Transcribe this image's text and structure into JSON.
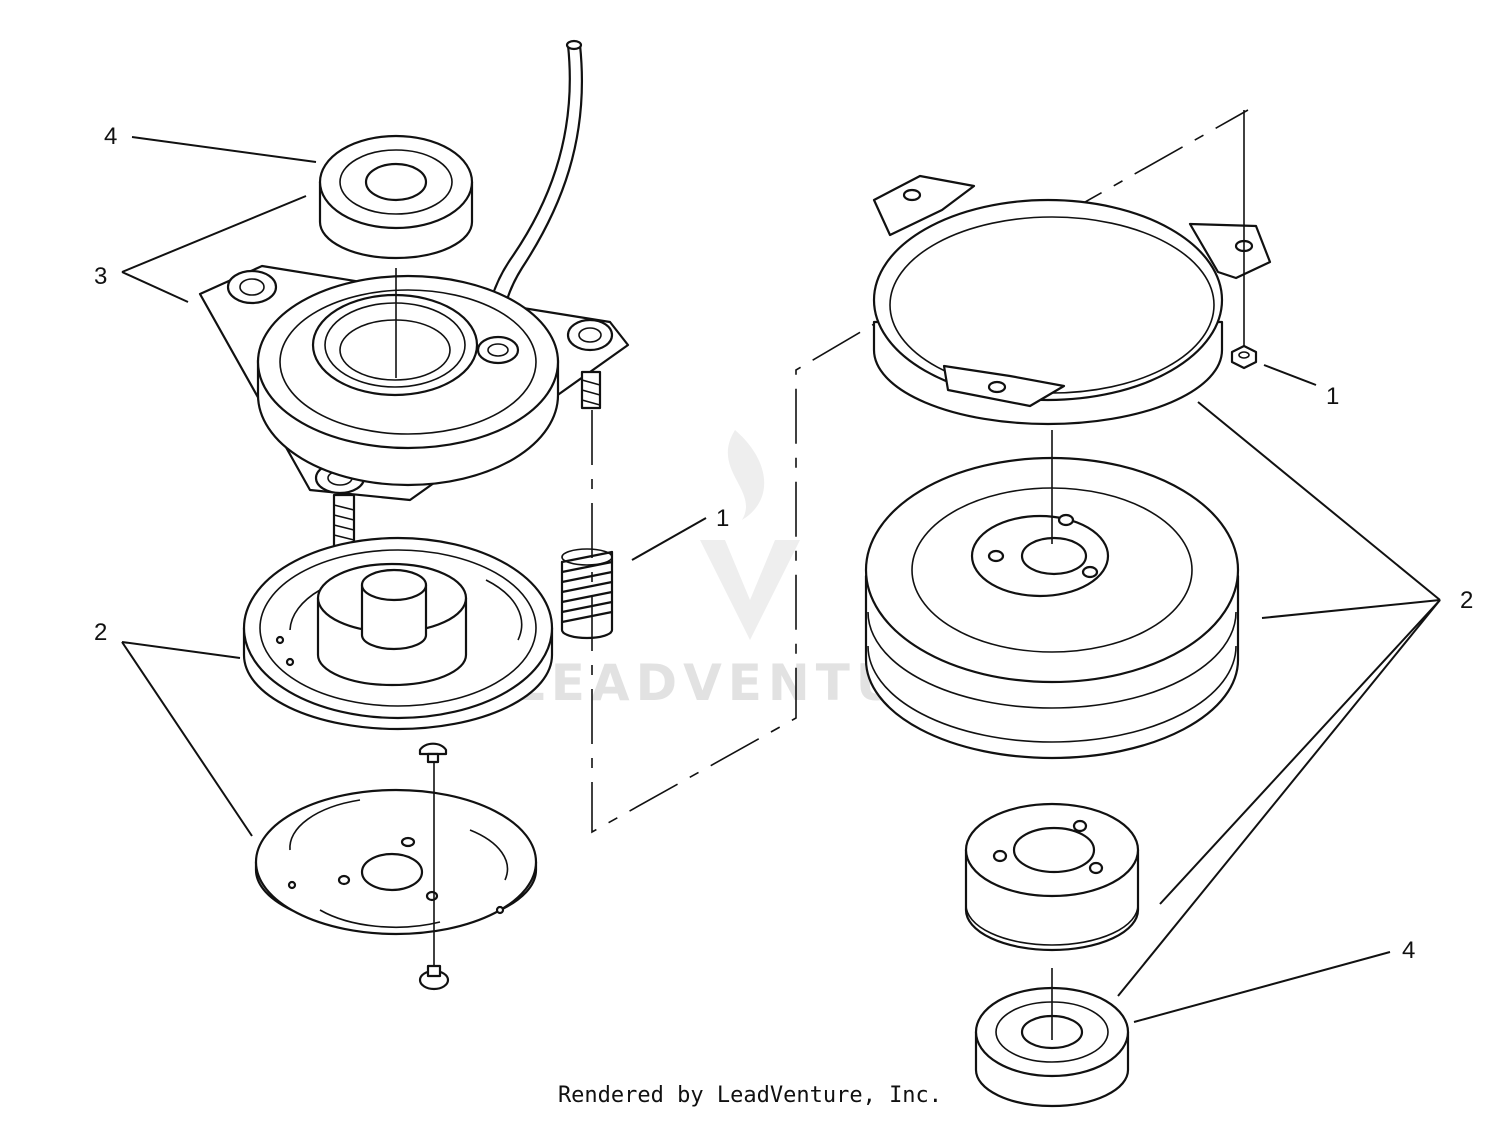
{
  "watermark": "LEADVENTURE",
  "footer": "Rendered by LeadVenture, Inc.",
  "callouts": [
    {
      "id": "c-left-4",
      "label": "4"
    },
    {
      "id": "c-left-3",
      "label": "3"
    },
    {
      "id": "c-left-2",
      "label": "2"
    },
    {
      "id": "c-mid-1",
      "label": "1"
    },
    {
      "id": "c-right-1",
      "label": "1"
    },
    {
      "id": "c-right-2",
      "label": "2"
    },
    {
      "id": "c-right-4",
      "label": "4"
    }
  ]
}
